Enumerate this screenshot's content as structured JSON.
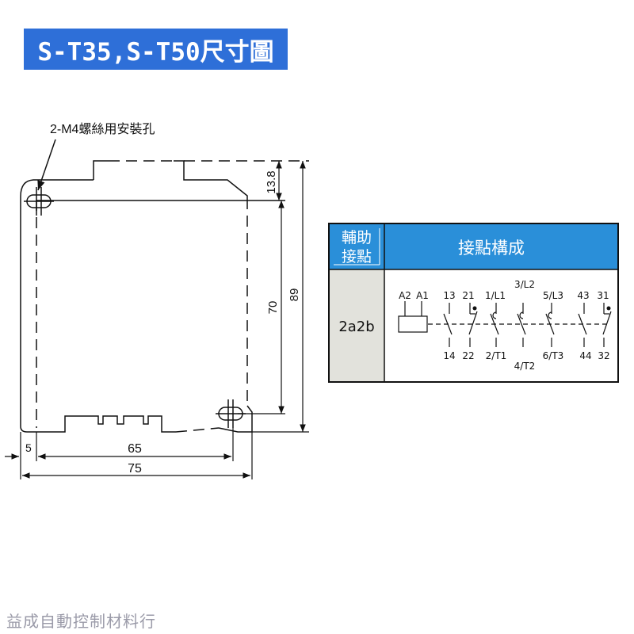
{
  "title": "S-T35,S-T50尺寸圖",
  "drawing": {
    "hole_label": "2-M4螺絲用安裝孔",
    "dims": {
      "top_step": "13.8",
      "mount_height": "70",
      "overall_height": "89",
      "left_offset": "5",
      "mount_width": "65",
      "overall_width": "75"
    }
  },
  "contact_table": {
    "header_left": [
      "輔助",
      "接點"
    ],
    "header_right": "接點構成",
    "row_label": "2a2b",
    "top_terminals": [
      "A2",
      "A1",
      "13",
      "21",
      "1/L1",
      "3/L2",
      "5/L3",
      "43",
      "31"
    ],
    "bottom_terminals": [
      "14",
      "22",
      "2/T1",
      "4/T2",
      "6/T3",
      "44",
      "32"
    ],
    "colors": {
      "header_bg": "#2a8fd9",
      "label_bg": "#e2e2dc",
      "border": "#111111"
    }
  },
  "footer": "益成自動控制材料行"
}
